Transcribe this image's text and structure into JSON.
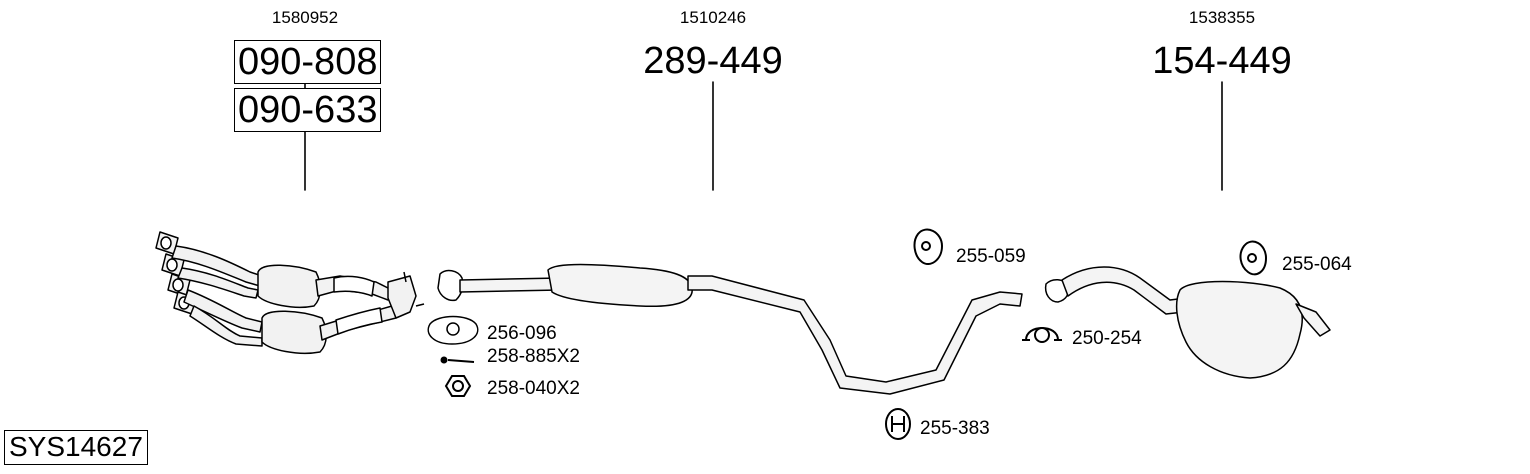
{
  "system_code": "SYS14627",
  "groups": [
    {
      "ref": "1580952",
      "parts": [
        "090-808",
        "090-633"
      ]
    },
    {
      "ref": "1510246",
      "parts": [
        "289-449"
      ]
    },
    {
      "ref": "1538355",
      "parts": [
        "154-449"
      ]
    }
  ],
  "fittings": [
    {
      "code": "256-096",
      "icon": "gasket-icon"
    },
    {
      "code": "258-885X2",
      "icon": "bolt-icon"
    },
    {
      "code": "258-040X2",
      "icon": "nut-icon"
    },
    {
      "code": "255-059",
      "icon": "rubber-hanger-icon"
    },
    {
      "code": "250-254",
      "icon": "clamp-icon"
    },
    {
      "code": "255-383",
      "icon": "rubber-ring-icon"
    },
    {
      "code": "255-064",
      "icon": "rubber-hanger-icon"
    }
  ]
}
